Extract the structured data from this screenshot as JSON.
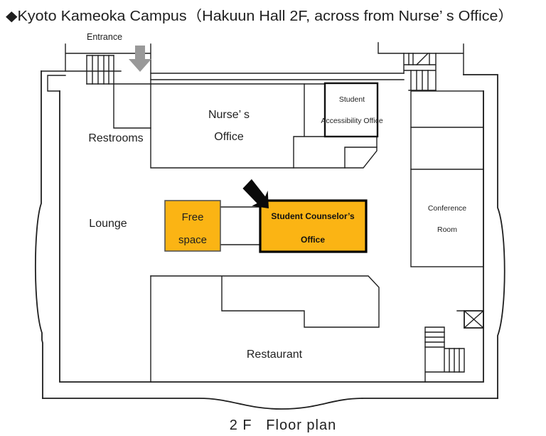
{
  "title": "◆Kyoto Kameoka Campus（Hakuun Hall 2F, across from Nurse’ s Office）",
  "caption": "2 F   Floor plan",
  "labels": {
    "entrance": "Entrance",
    "restrooms": "Restrooms",
    "nurses": {
      "l1": "Nurse’ s",
      "l2": "Office"
    },
    "accessibility": {
      "l1": "Student",
      "l2": "Accessibility Office"
    },
    "conference": {
      "l1": "Conference",
      "l2": "Room"
    },
    "lounge": "Lounge",
    "free_space": {
      "l1": "Free",
      "l2": "space"
    },
    "counselor": {
      "l1": "Student Counselor’s",
      "l2": "Office"
    },
    "restaurant": "Restaurant"
  },
  "colors": {
    "highlight": "#FBB414",
    "wall": "#1F1F1F",
    "entrance_arrow": "#999999",
    "locator_arrow": "#0A0A0A"
  }
}
